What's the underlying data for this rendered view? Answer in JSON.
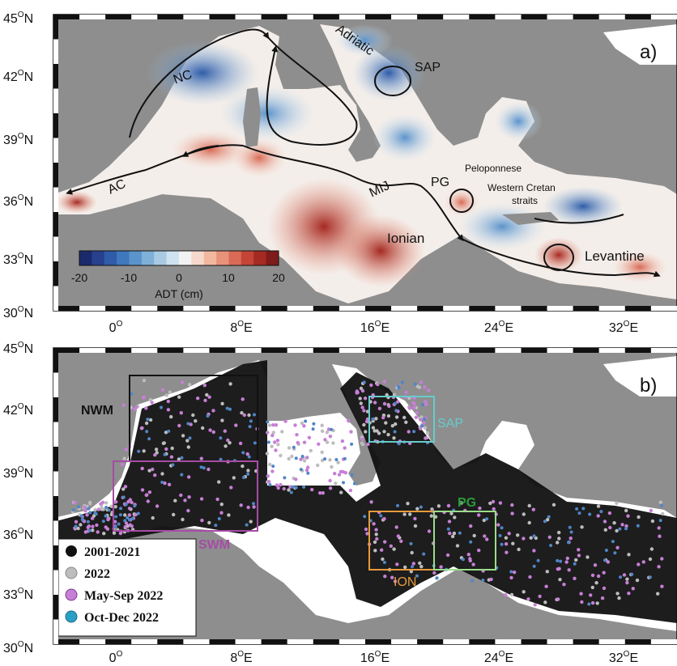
{
  "colors": {
    "land": "#8e8e8e",
    "sea": "#ffffff",
    "current": "#111111",
    "box_nwm": "#111111",
    "box_swm": "#a64ca6",
    "box_sap": "#66cccc",
    "box_ion": "#e89a3c",
    "box_pg": "#99dd88",
    "track_2001_2021": "#111111",
    "track_2022": "#bdbdbd",
    "track_may_sep": "#c77fd6",
    "track_oct_dec": "#4f86c6"
  },
  "axes": {
    "x_ticks": [
      "0",
      "8",
      "16",
      "24",
      "32"
    ],
    "x_suffix": "E",
    "y_ticks": [
      "45",
      "42",
      "39",
      "36",
      "33",
      "30"
    ],
    "y_suffix": "N",
    "degree": "O"
  },
  "panel_a": {
    "label": "a)",
    "colorbar": {
      "ticks": [
        "-20",
        "-10",
        "0",
        "10",
        "20"
      ],
      "title": "ADT (cm)",
      "colors": [
        "#1b2a6b",
        "#27418f",
        "#2f5ca9",
        "#3f78bd",
        "#5b93cb",
        "#7fb0d8",
        "#a8cbe3",
        "#cfe2ef",
        "#f2f2f2",
        "#f6d9cc",
        "#f2b89f",
        "#e8927a",
        "#d96a55",
        "#c44536",
        "#a52a23",
        "#7e1b1b"
      ]
    },
    "labels": {
      "adriatic": "Adriatic",
      "sap": "SAP",
      "nc": "NC",
      "ac": "AC",
      "mij": "MIJ",
      "pg": "PG",
      "peloponnese": "Peloponnese",
      "western_cretan": "Western Cretan",
      "straits": "straits",
      "ionian": "Ionian",
      "levantine": "Levantine"
    }
  },
  "panel_b": {
    "label": "b)",
    "boxes": {
      "nwm": "NWM",
      "swm": "SWM",
      "sap": "SAP",
      "ion": "ION",
      "pg": "PG"
    },
    "legend": [
      {
        "label": "2001-2021",
        "color": "#111111"
      },
      {
        "label": "2022",
        "color": "#bdbdbd"
      },
      {
        "label": "May-Sep 2022",
        "color": "#c77fd6"
      },
      {
        "label": "Oct-Dec 2022",
        "color": "#2a9fc4"
      }
    ]
  }
}
